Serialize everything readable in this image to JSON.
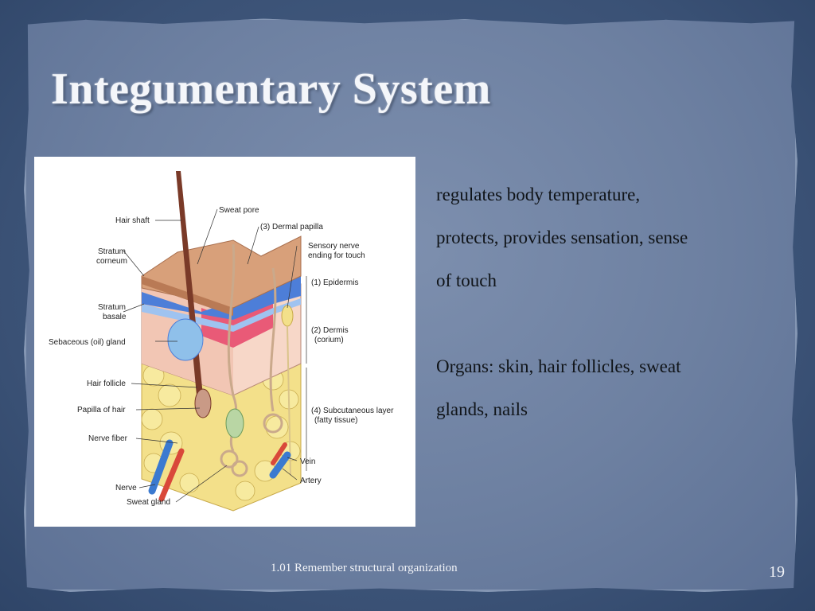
{
  "slide": {
    "title": "Integumentary System",
    "body_lines": [
      "regulates body temperature,",
      "protects, provides sensation, sense",
      "of touch"
    ],
    "organs_lines": [
      "Organs: skin, hair follicles, sweat",
      "glands, nails"
    ],
    "footer": "1.01 Remember structural organization",
    "page_number": "19"
  },
  "diagram": {
    "labels_left": [
      "Hair shaft",
      "Stratum",
      "corneum",
      "Stratum",
      "basale",
      "Sebaceous (oil) gland",
      "Hair follicle",
      "Papilla of hair",
      "Nerve fiber",
      "Nerve",
      "Sweat gland"
    ],
    "labels_top": [
      "Sweat pore",
      "(3) Dermal papilla",
      "Sensory nerve",
      "ending for touch"
    ],
    "labels_right": [
      "(1) Epidermis",
      "(2) Dermis",
      "(corium)",
      "(4) Subcutaneous layer",
      "(fatty tissue)",
      "Vein",
      "Artery"
    ]
  },
  "colors": {
    "panel": "#6d80a1",
    "background": "#3b5377",
    "title": "#f4f6fa"
  }
}
